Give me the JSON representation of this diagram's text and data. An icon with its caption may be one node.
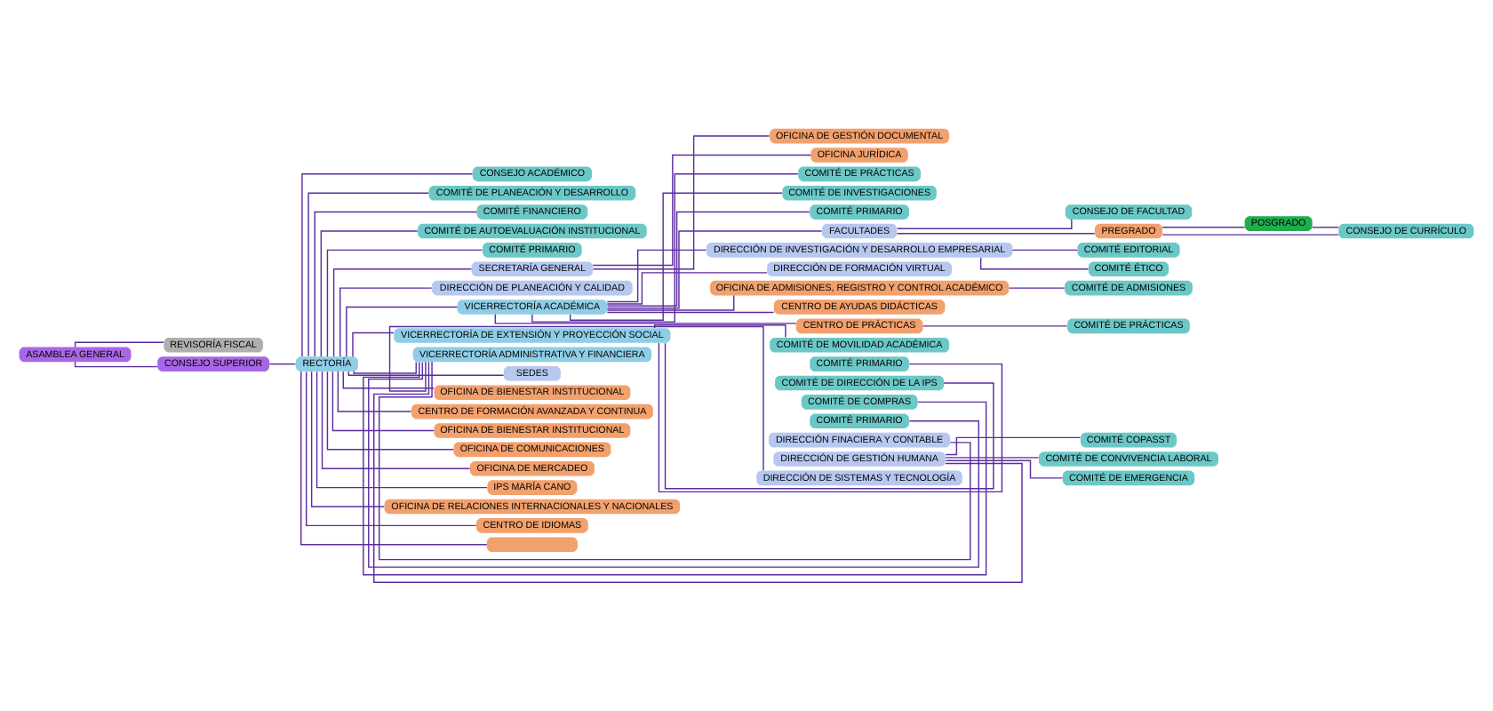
{
  "diagram": {
    "nodes": [
      {
        "text": [
          "ASAMBLEA GENERAL"
        ]
      },
      {
        "text": [
          "REVISORÍA FISCAL"
        ]
      },
      {
        "text": [
          "CONSEJO SUPERIOR"
        ]
      },
      {
        "text": [
          "RECTORÍA"
        ]
      },
      {
        "text": [
          "CONSEJO ACADÉMICO"
        ]
      },
      {
        "text": [
          "COMITÉ DE PLANEACIÓN Y DESARROLLO"
        ]
      },
      {
        "text": [
          "COMITÉ FINANCIERO"
        ]
      },
      {
        "text": [
          "COMITÉ DE AUTOEVALUACIÓN INSTITUCIONAL"
        ]
      },
      {
        "text": [
          "COMITÉ PRIMARIO"
        ]
      },
      {
        "text": [
          "SECRETARÍA GENERAL"
        ]
      },
      {
        "text": [
          "OFICINA DE GESTIÓN DOCUMENTAL"
        ]
      },
      {
        "text": [
          "OFICINA JURÍDICA"
        ]
      },
      {
        "text": [
          "DIRECCIÓN DE PLANEACIÓN Y CALIDAD"
        ]
      },
      {
        "text": [
          "VICERRECTORÍA ACADÉMICA"
        ]
      },
      {
        "text": [
          "COMITÉ DE PRÁCTICAS"
        ]
      },
      {
        "text": [
          "COMITÉ DE INVESTIGACIONES"
        ]
      },
      {
        "text": [
          "COMITÉ PRIMARIO"
        ]
      },
      {
        "text": [
          "VICERRECTORÍA DE EXTENSIÓN Y PROYECCIÓN SOCIAL"
        ]
      },
      {
        "text": [
          "COMITÉ DE MOVILIDAD ACADÉMICA"
        ]
      },
      {
        "text": [
          "COMITÉ PRIMARIO"
        ]
      },
      {
        "text": [
          "COMITÉ DE DIRECCIÓN DE LA IPS"
        ]
      },
      {
        "text": [
          "VICERRECTORÍA ADMINISTRATIVA Y FINANCIERA"
        ]
      },
      {
        "text": [
          "COMITÉ DE COMPRAS"
        ]
      },
      {
        "text": [
          "COMITÉ PRIMARIO"
        ]
      },
      {
        "text": [
          "SEDES"
        ]
      },
      {
        "text": [
          "FACULTADES"
        ]
      },
      {
        "text": [
          "CONSEJO DE FACULTAD"
        ]
      },
      {
        "text": [
          "PREGRADO"
        ]
      },
      {
        "text": [
          "POSGRADO"
        ]
      },
      {
        "text": [
          "CONSEJO DE CURRÍCULO"
        ]
      },
      {
        "text": [
          "DIRECCIÓN DE INVESTIGACIÓN Y DESARROLLO EMPRESARIAL"
        ]
      },
      {
        "text": [
          "COMITÉ EDITORIAL"
        ]
      },
      {
        "text": [
          "COMITÉ ÉTICO"
        ]
      },
      {
        "text": [
          "DIRECCIÓN DE FORMACIÓN VIRTUAL"
        ]
      },
      {
        "text": [
          "OFICINA DE ADMISIONES, REGISTRO Y CONTROL ACADÉMICO"
        ]
      },
      {
        "text": [
          "COMITÉ DE ADMISIONES"
        ]
      },
      {
        "text": [
          "CENTRO DE AYUDAS DIDÁCTICAS"
        ]
      },
      {
        "text": [
          "CENTRO DE PRÁCTICAS"
        ]
      },
      {
        "text": [
          "COMITÉ DE PRÁCTICAS"
        ]
      },
      {
        "text": [
          "COMITÉ COPASST"
        ]
      },
      {
        "text": [
          "COMITÉ DE CONVIVENCIA LABORAL"
        ]
      },
      {
        "text": [
          "COMITÉ DE EMERGENCIA"
        ]
      },
      {
        "text": [
          "DIRECCIÓN FINACIERA Y CONTABLE"
        ]
      },
      {
        "text": [
          "DIRECCIÓN DE GESTIÓN HUMANA"
        ]
      },
      {
        "text": [
          "DIRECCIÓN DE SISTEMAS Y TECNOLOGÍA"
        ]
      },
      {
        "text": [
          "OFICINA DE BIENESTAR INSTITUCIONAL"
        ]
      },
      {
        "text": [
          "CENTRO DE FORMACIÓN AVANZADA Y CONTINUA"
        ]
      },
      {
        "text": [
          "OFICINA DE BIENESTAR INSTITUCIONAL"
        ]
      },
      {
        "text": [
          "OFICINA DE COMUNICACIONES"
        ]
      },
      {
        "text": [
          "OFICINA DE MERCADEO"
        ]
      },
      {
        "text": [
          "IPS MARÍA CANO"
        ]
      },
      {
        "text": [
          "OFICINA DE RELACIONES INTERNACIONALES Y NACIONALES"
        ]
      },
      {
        "text": [
          "CENTRO DE IDIOMAS"
        ]
      },
      {
        "text": [],
        "shape": "box"
      }
    ],
    "edges": [
      {
        "from": 0,
        "to": 1,
        "arrow": "none"
      },
      {
        "from": 0,
        "to": 2,
        "arrow": "none"
      },
      {
        "from": 2,
        "to": 3,
        "arrow": "none"
      },
      {
        "from": 3,
        "to": 4,
        "arrow": "none"
      },
      {
        "from": 3,
        "to": 5,
        "arrow": "none"
      },
      {
        "from": 3,
        "to": 6,
        "arrow": "none"
      },
      {
        "from": 3,
        "to": 7,
        "arrow": "none"
      },
      {
        "from": 3,
        "to": 8,
        "arrow": "none"
      },
      {
        "from": 3,
        "to": 9,
        "arrow": "none"
      },
      {
        "from": 9,
        "to": 10,
        "arrow": "none"
      },
      {
        "from": 9,
        "to": 11,
        "arrow": "none"
      },
      {
        "from": 3,
        "to": 12,
        "arrow": "none"
      },
      {
        "from": 3,
        "to": 13,
        "arrow": "none"
      },
      {
        "from": 13,
        "to": 14,
        "arrow": "none"
      },
      {
        "from": 13,
        "to": 15,
        "arrow": "none"
      },
      {
        "from": 13,
        "to": 16,
        "arrow": "none"
      },
      {
        "from": 3,
        "to": 17,
        "arrow": "none"
      },
      {
        "from": 17,
        "to": 18,
        "arrow": "none"
      },
      {
        "from": 17,
        "to": 19,
        "arrow": "none"
      },
      {
        "from": 17,
        "to": 20,
        "arrow": "none"
      },
      {
        "from": 3,
        "to": 21,
        "arrow": "none"
      },
      {
        "from": 21,
        "to": 22,
        "arrow": "none"
      },
      {
        "from": 21,
        "to": 23,
        "arrow": "none"
      },
      {
        "from": 3,
        "to": 24,
        "arrow": "none"
      },
      {
        "from": 13,
        "to": 25,
        "arrow": "none"
      },
      {
        "from": 25,
        "to": 26,
        "arrow": "none"
      },
      {
        "from": 25,
        "to": 27,
        "arrow": "none"
      },
      {
        "from": 27,
        "to": 28,
        "arrow": "none"
      },
      {
        "from": 27,
        "to": 29,
        "arrow": "none"
      },
      {
        "from": 28,
        "to": 29,
        "arrow": "none"
      },
      {
        "from": 13,
        "to": 30,
        "arrow": "none"
      },
      {
        "from": 30,
        "to": 31,
        "arrow": "none"
      },
      {
        "from": 30,
        "to": 32,
        "arrow": "none"
      },
      {
        "from": 13,
        "to": 33,
        "arrow": "none"
      },
      {
        "from": 13,
        "to": 34,
        "arrow": "none"
      },
      {
        "from": 34,
        "to": 35,
        "arrow": "none"
      },
      {
        "from": 13,
        "to": 36,
        "arrow": "none"
      },
      {
        "from": 13,
        "to": 37,
        "arrow": "none"
      },
      {
        "from": 37,
        "to": 38,
        "arrow": "none"
      },
      {
        "from": 43,
        "to": 39,
        "arrow": "none"
      },
      {
        "from": 43,
        "to": 40,
        "arrow": "none"
      },
      {
        "from": 43,
        "to": 41,
        "arrow": "none"
      },
      {
        "from": 21,
        "to": 42,
        "arrow": "none"
      },
      {
        "from": 21,
        "to": 43,
        "arrow": "none"
      },
      {
        "from": 21,
        "to": 44,
        "arrow": "none"
      },
      {
        "from": 3,
        "to": 45,
        "arrow": "none"
      },
      {
        "from": 3,
        "to": 46,
        "arrow": "none"
      },
      {
        "from": 3,
        "to": 47,
        "arrow": "none"
      },
      {
        "from": 3,
        "to": 48,
        "arrow": "none"
      },
      {
        "from": 3,
        "to": 49,
        "arrow": "none"
      },
      {
        "from": 3,
        "to": 50,
        "arrow": "none"
      },
      {
        "from": 3,
        "to": 51,
        "arrow": "none"
      },
      {
        "from": 3,
        "to": 52,
        "arrow": "none"
      },
      {
        "from": 3,
        "to": 53,
        "arrow": "none"
      }
    ]
  }
}
